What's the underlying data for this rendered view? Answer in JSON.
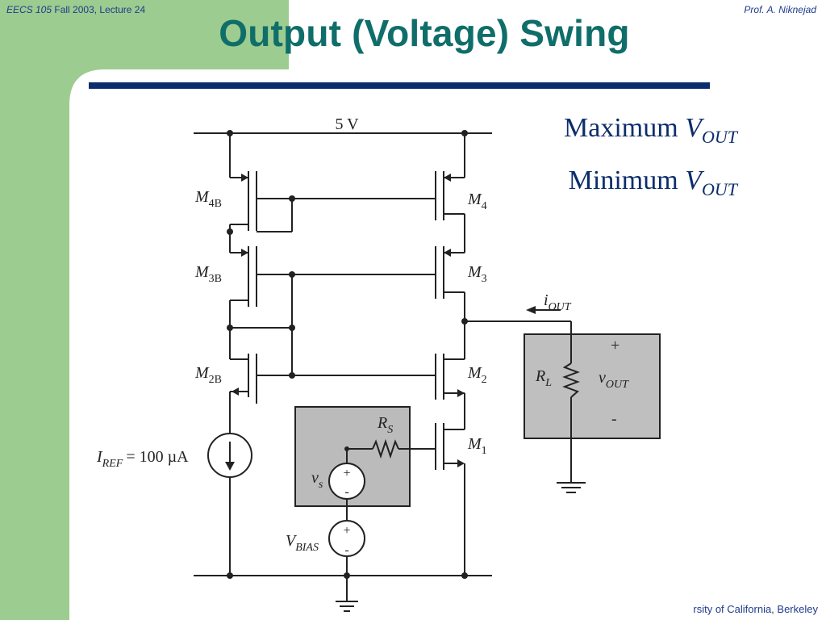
{
  "header": {
    "course": "EECS 105",
    "term": "Fall 2003, Lecture 24",
    "author": "Prof. A. Niknejad"
  },
  "title": "Output (Voltage) Swing",
  "right_labels": {
    "max_word": "Maximum",
    "min_word": "Minimum",
    "v": "V",
    "sub": "OUT"
  },
  "footer": "rsity of California, Berkeley",
  "circuit": {
    "supply": "5 V",
    "m4b": {
      "main": "M",
      "sub": "4B"
    },
    "m3b": {
      "main": "M",
      "sub": "3B"
    },
    "m2b": {
      "main": "M",
      "sub": "2B"
    },
    "m4": {
      "main": "M",
      "sub": "4"
    },
    "m3": {
      "main": "M",
      "sub": "3"
    },
    "m2": {
      "main": "M",
      "sub": "2"
    },
    "m1": {
      "main": "M",
      "sub": "1"
    },
    "iref": {
      "main": "I",
      "sub": "REF",
      "value": "= 100 µA"
    },
    "rs": {
      "main": "R",
      "sub": "S"
    },
    "vs": {
      "main": "v",
      "sub": "s"
    },
    "vbias": {
      "main": "V",
      "sub": "BIAS"
    },
    "iout": {
      "main": "i",
      "sub": "OUT"
    },
    "rl": {
      "main": "R",
      "sub": "L"
    },
    "vout": {
      "main": "v",
      "sub": "OUT"
    },
    "plus": "+",
    "minus": "-"
  },
  "colors": {
    "green": "#9ccc8f",
    "title": "#0f6e6a",
    "bar": "#0c2d6b",
    "box": "#b4b4b4"
  }
}
